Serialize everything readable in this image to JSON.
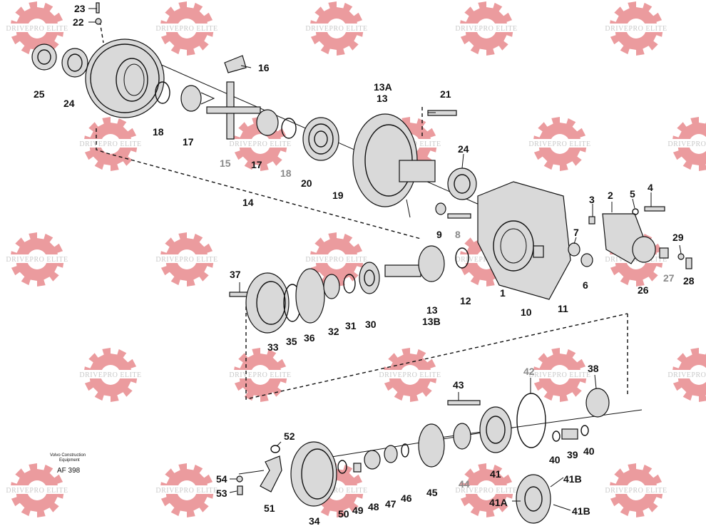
{
  "watermark": {
    "text": "DRIVEPRO ELITE"
  },
  "footer": {
    "maker_line1": "Volvo Construction",
    "maker_line2": "Equipment",
    "drawing_code": "AF 398"
  },
  "callouts": {
    "c23": "23",
    "c22": "22",
    "c25": "25",
    "c24": "24",
    "c16": "16",
    "c18a": "18",
    "c17a": "17",
    "c15": "15",
    "c17b": "17",
    "c18b": "18",
    "c20": "20",
    "c19": "19",
    "c13A": "13A",
    "c13a": "13",
    "c21": "21",
    "c24b": "24",
    "c14": "14",
    "c9": "9",
    "c8": "8",
    "c3": "3",
    "c2": "2",
    "c5": "5",
    "c4": "4",
    "c7": "7",
    "c6": "6",
    "c29": "29",
    "c27": "27",
    "c28": "28",
    "c26": "26",
    "c37": "37",
    "c33": "33",
    "c35": "35",
    "c36": "36",
    "c32": "32",
    "c31": "31",
    "c30": "30",
    "c13b": "13",
    "c13B": "13B",
    "c12": "12",
    "c1": "1",
    "c10": "10",
    "c11": "11",
    "c43": "43",
    "c42": "42",
    "c38": "38",
    "c40a": "40",
    "c39": "39",
    "c40b": "40",
    "c41": "41",
    "c52": "52",
    "c54": "54",
    "c53": "53",
    "c51": "51",
    "c34": "34",
    "c50": "50",
    "c49": "49",
    "c48": "48",
    "c47": "47",
    "c46": "46",
    "c45": "45",
    "c44": "44",
    "c41B1": "41B",
    "c41A": "41A",
    "c41B2": "41B"
  }
}
